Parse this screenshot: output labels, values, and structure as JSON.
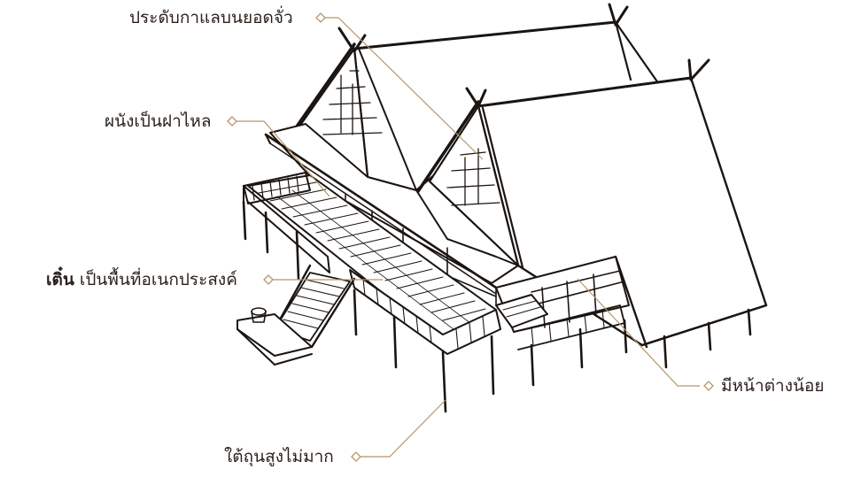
{
  "diagram": {
    "subject": "Thai traditional house on stilts, line drawing",
    "leader_color": "#b8956a",
    "ink_color": "#1b1511",
    "labels": [
      {
        "id": "finial",
        "text": "ประดับกาแลบนยอดจั่ว"
      },
      {
        "id": "wall",
        "text": "ผนังเป็นฝาไหล"
      },
      {
        "id": "terrace_prefix",
        "text": "เติ๋น"
      },
      {
        "id": "terrace",
        "text": "เป็นพื้นที่อเนกประสงค์"
      },
      {
        "id": "window",
        "text": "มีหน้าต่างน้อย"
      },
      {
        "id": "stilts",
        "text": "ใต้ถุนสูงไม่มาก"
      }
    ]
  }
}
